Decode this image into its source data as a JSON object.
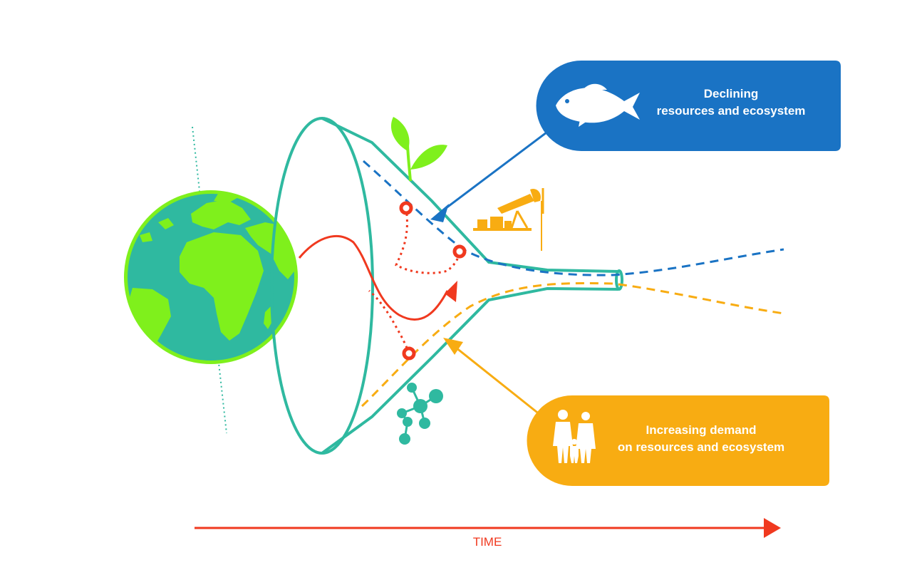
{
  "callouts": {
    "declining": {
      "line1": "Declining",
      "line2": "resources and ecosystem",
      "color": "#1a73c4",
      "icon": "fish-icon"
    },
    "increasing": {
      "line1": "Increasing demand",
      "line2": "on resources and ecosystem",
      "color": "#f8ac12",
      "icon": "family-icon"
    }
  },
  "time_axis": {
    "label": "TIME",
    "color": "#f0391f"
  },
  "colors": {
    "funnel": "#2fb9a0",
    "earth_ocean": "#2fb9a0",
    "earth_land": "#7ff01c",
    "resources_line": "#1a73c4",
    "demand_line": "#f8ac12",
    "path": "#f0391f",
    "leaf": "#7ff01c",
    "oil_pump": "#f8ac12",
    "molecule": "#2fb9a0"
  },
  "icons": [
    "globe-icon",
    "leaf-icon",
    "oil-pump-icon",
    "molecule-icon",
    "fish-icon",
    "family-icon"
  ]
}
